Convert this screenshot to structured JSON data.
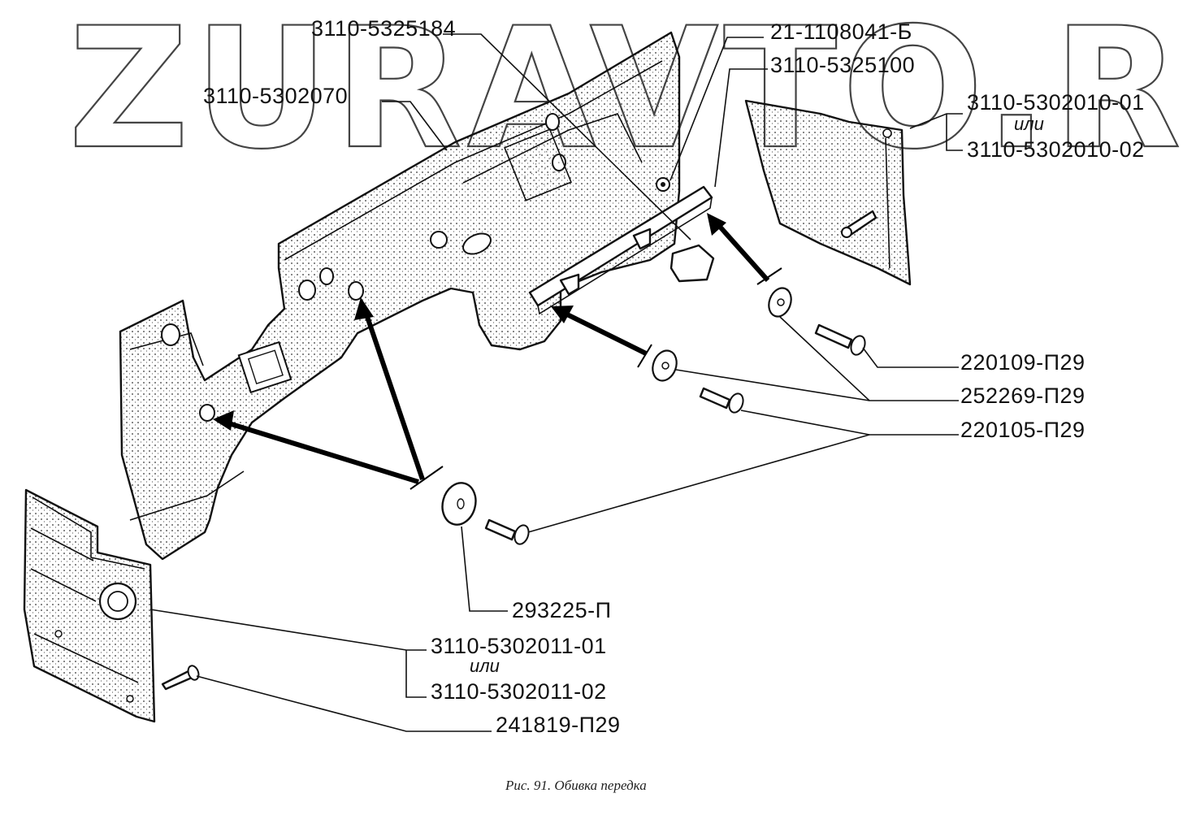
{
  "watermark": "ZURAVTO.RU",
  "labels": {
    "part_5325184": "3110-5325184",
    "part_5302070": "3110-5302070",
    "part_1108041": "21-1108041-Б",
    "part_5325100": "3110-5325100",
    "part_5302010_01": "3110-5302010-01",
    "ili_right": "или",
    "part_5302010_02": "3110-5302010-02",
    "part_220109": "220109-П29",
    "part_252269": "252269-П29",
    "part_220105": "220105-П29",
    "part_293225": "293225-П",
    "part_5302011_01": "3110-5302011-01",
    "ili_left": "или",
    "part_5302011_02": "3110-5302011-02",
    "part_241819": "241819-П29"
  },
  "caption": "Рис. 91. Обивка передка"
}
